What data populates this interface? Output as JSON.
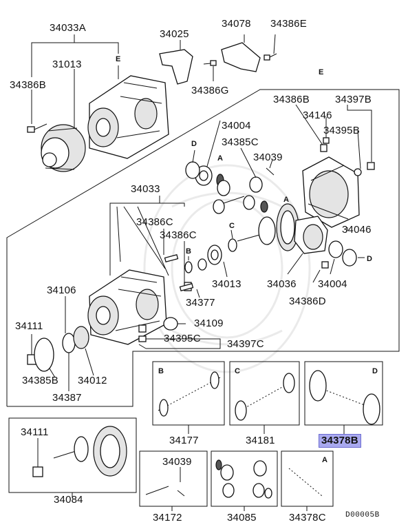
{
  "diagram_id": "D00005B",
  "highlight_color": "#a9a9ef",
  "labels": {
    "p34033A": "34033A",
    "p31013": "31013",
    "p34386B_top": "34386B",
    "p34025": "34025",
    "p34078": "34078",
    "p34386E": "34386E",
    "p34386G": "34386G",
    "p34386B_right": "34386B",
    "p34397B": "34397B",
    "p34146": "34146",
    "p34395B": "34395B",
    "p34004_top": "34004",
    "p34385C": "34385C",
    "p34039_top": "34039",
    "p34033": "34033",
    "p34386C_a": "34386C",
    "p34386C_b": "34386C",
    "p34046": "34046",
    "p34013": "34013",
    "p34036": "34036",
    "p34004_bottom": "34004",
    "p34106": "34106",
    "p34377": "34377",
    "p34386D": "34386D",
    "p34109": "34109",
    "p34111_top": "34111",
    "p34395C": "34395C",
    "p34397C": "34397C",
    "p34385B": "34385B",
    "p34012": "34012",
    "p34387": "34387",
    "p34177": "34177",
    "p34181": "34181",
    "p34378B": "34378B",
    "p34111_bottom": "34111",
    "p34084": "34084",
    "p34039_bottom": "34039",
    "p34172": "34172",
    "p34085": "34085",
    "p34378C": "34378C"
  },
  "tags": {
    "E1": "E",
    "E2": "E",
    "D1": "D",
    "A1": "A",
    "A2": "A",
    "C1": "C",
    "B1": "B",
    "D2": "D",
    "box_B": "B",
    "box_C": "C",
    "box_D": "D",
    "box_A": "A"
  }
}
